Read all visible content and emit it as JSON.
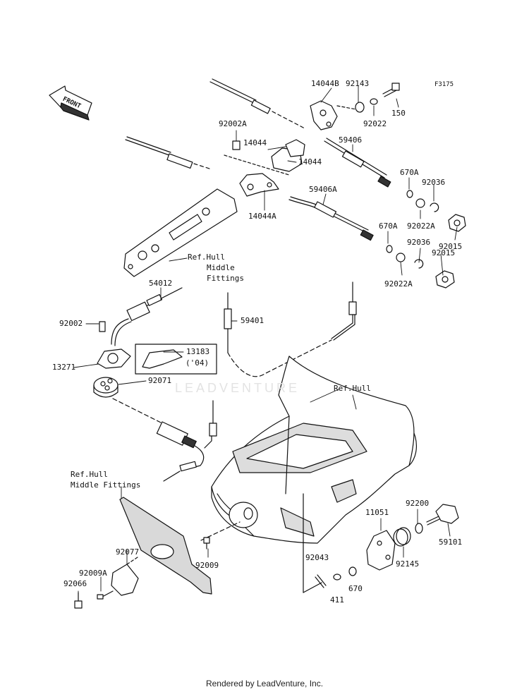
{
  "figure_code": "F3175",
  "front_label": "FRONT",
  "watermark": "LEADVENTURE",
  "footer": "Rendered by LeadVenture, Inc.",
  "refs": {
    "hull_middle_fittings_1": "Ref.Hull",
    "hull_middle_fittings_2": "Middle",
    "hull_middle_fittings_3": "Fittings",
    "hull": "Ref.Hull",
    "hull_middle_fittings_b1": "Ref.Hull",
    "hull_middle_fittings_b2": "Middle Fittings"
  },
  "parts": {
    "p14044B": "14044B",
    "p92143": "92143",
    "p150": "150",
    "p92022": "92022",
    "p92002A": "92002A",
    "p14044a": "14044",
    "p14044b": "14044",
    "p59406": "59406",
    "p670A_1": "670A",
    "p92036_1": "92036",
    "p14044A": "14044A",
    "p59406A": "59406A",
    "p670A_2": "670A",
    "p92022A_1": "92022A",
    "p92015_1": "92015",
    "p92036_2": "92036",
    "p92015_2": "92015",
    "p92022A_2": "92022A",
    "p54012": "54012",
    "p92002": "92002",
    "p59401": "59401",
    "p13183": "13183",
    "p13183_note": "('04)",
    "p13271": "13271",
    "p92071": "92071",
    "p92077": "92077",
    "p92009A": "92009A",
    "p92066": "92066",
    "p92009": "92009",
    "p92043": "92043",
    "p411": "411",
    "p670": "670",
    "p11051": "11051",
    "p92200": "92200",
    "p92145": "92145",
    "p59101": "59101"
  },
  "colors": {
    "line": "#111111",
    "fill": "#ffffff",
    "shade": "#d9d9d9",
    "dark": "#333333"
  }
}
